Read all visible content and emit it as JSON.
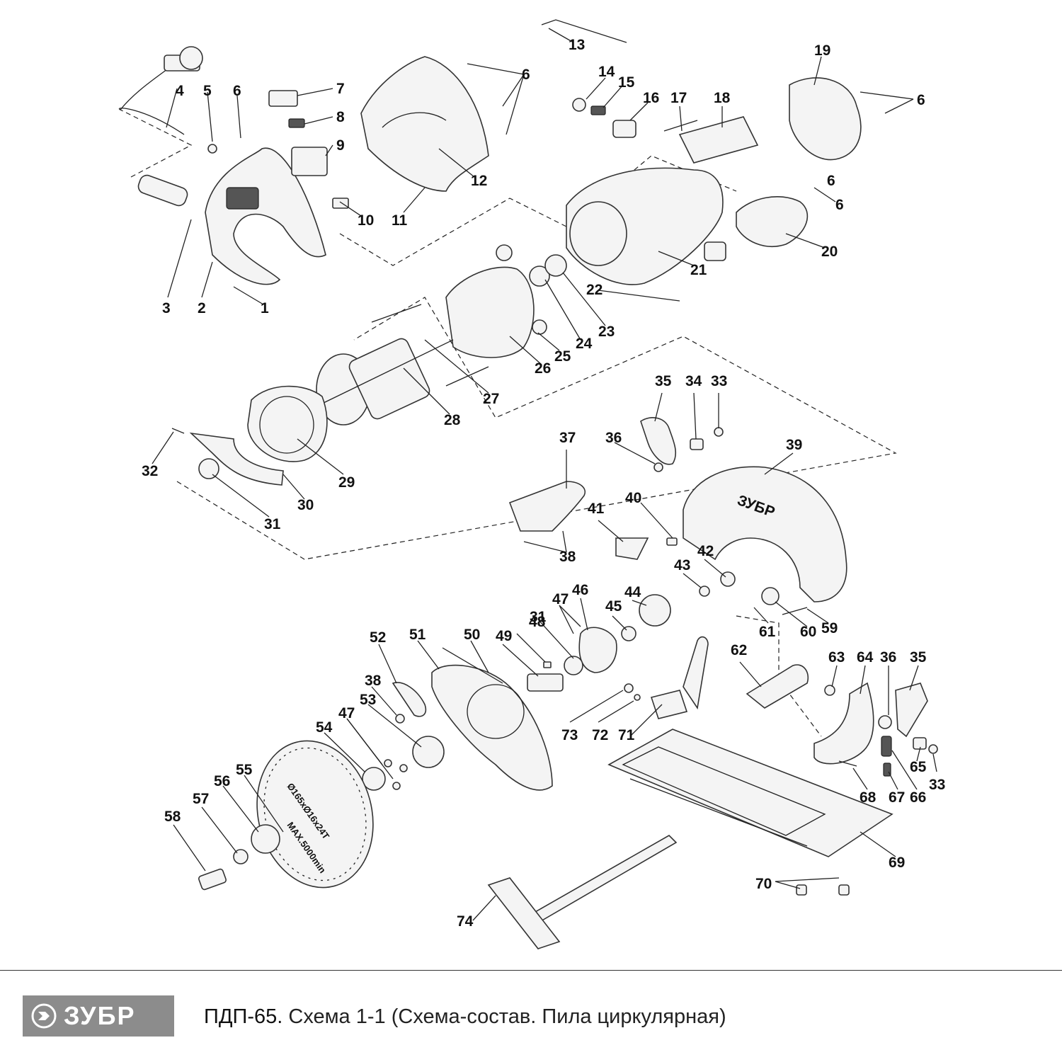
{
  "footer": {
    "brand": "ЗУБР",
    "model": "ПДП-65.",
    "description": "Схема 1-1 (Схема-состав. Пила циркулярная)"
  },
  "diagram": {
    "callouts": [
      "1",
      "2",
      "3",
      "4",
      "5",
      "6",
      "6",
      "6",
      "6",
      "7",
      "8",
      "9",
      "10",
      "11",
      "12",
      "13",
      "14",
      "15",
      "16",
      "17",
      "18",
      "19",
      "6",
      "20",
      "21",
      "22",
      "23",
      "24",
      "25",
      "26",
      "27",
      "28",
      "29",
      "30",
      "31",
      "32",
      "33",
      "34",
      "35",
      "36",
      "37",
      "38",
      "39",
      "40",
      "41",
      "42",
      "43",
      "44",
      "45",
      "46",
      "47",
      "48",
      "31",
      "49",
      "50",
      "51",
      "52",
      "38",
      "53",
      "47",
      "54",
      "55",
      "56",
      "57",
      "58",
      "59",
      "60",
      "61",
      "62",
      "63",
      "64",
      "36",
      "35",
      "65",
      "33",
      "66",
      "67",
      "68",
      "69",
      "70",
      "71",
      "72",
      "73",
      "74"
    ],
    "blade_marking": "Ø165xØ16x24T",
    "blade_speed": "MAX.5000min",
    "guard_brand": "ЗУБР"
  }
}
